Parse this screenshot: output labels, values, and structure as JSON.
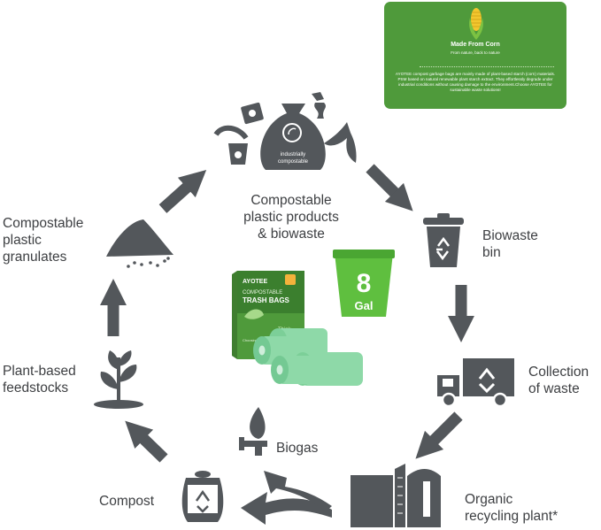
{
  "info_card": {
    "title": "Made From Corn",
    "subtitle": "From nature, back to nature",
    "body": "AYOTEE compost garbage bags are mainly made of plant-based starch (corn) materials. PSM based on natural renewable plant starch extract.  They effortlessly degrade under industrial conditions without causing damage to the environment.Choose AYOTEE for sustainable waste solutions!"
  },
  "cycle": {
    "products": {
      "line1": "Compostable",
      "line2": "plastic products",
      "line3": "& biowaste"
    },
    "bag_label": {
      "line1": "industrially",
      "line2": "compostable"
    },
    "bin": {
      "line1": "Biowaste",
      "line2": "bin"
    },
    "collection": {
      "line1": "Collection",
      "line2": "of waste"
    },
    "plant": {
      "line1": "Organic",
      "line2": "recycling plant*"
    },
    "biogas": {
      "label": "Biogas"
    },
    "compost": {
      "label": "Compost"
    },
    "feedstocks": {
      "line1": "Plant-based",
      "line2": "feedstocks"
    },
    "granulates": {
      "line1": "Compostable",
      "line2": "plastic",
      "line3": "granulates"
    }
  },
  "product": {
    "brand": "AYOTEE",
    "box_line1": "COMPOSTABLE",
    "box_line2": "TRASH BAGS",
    "box_tag": "Think",
    "box_small": "Choosing Compost...",
    "badge_number": "8",
    "badge_unit": "Gal"
  },
  "colors": {
    "icon_gray": "#53575b",
    "card_green": "#4f9a3b",
    "bag_green": "#8ed9a8"
  }
}
